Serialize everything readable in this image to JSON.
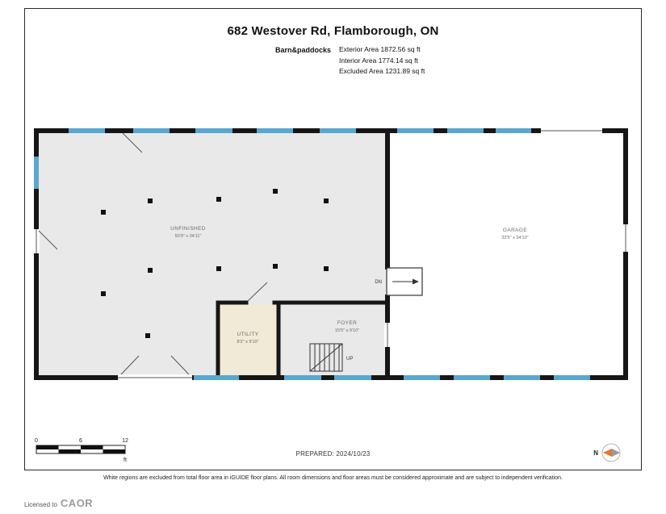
{
  "page": {
    "title": "682 Westover Rd, Flamborough, ON",
    "floor_label": "Barn&paddocks",
    "areas": [
      {
        "label": "Exterior Area",
        "value": "1872.56 sq ft"
      },
      {
        "label": "Interior Area",
        "value": "1774.14 sq ft"
      },
      {
        "label": "Excluded Area",
        "value": "1231.89 sq ft"
      }
    ],
    "prepared": "PREPARED: 2024/10/23",
    "scale": {
      "t0": "0",
      "t6": "6",
      "t12": "12",
      "unit": "ft"
    },
    "compass_label": "N",
    "footer": "White regions are excluded from total floor area in iGUIDE floor plans. All room dimensions and floor areas must be considered approximate and are subject to independent verification.",
    "license": {
      "prefix": "Licensed to",
      "org": "CAOR"
    }
  },
  "rooms": [
    {
      "name": "UNFINISHED",
      "dims": "50'9\" x 34'11\""
    },
    {
      "name": "GARAGE",
      "dims": "33'5\" x 34'10\""
    },
    {
      "name": "UTILITY",
      "dims": "8'2\" x 9'10\""
    },
    {
      "name": "FOYER",
      "dims": "15'5\" x 9'10\""
    }
  ],
  "stairs": {
    "up": "UP",
    "dn": "DN"
  },
  "colors": {
    "wall": "#161616",
    "window_blue": "#57a7d0",
    "interior_gray": "#e9e9e9",
    "utility_tan": "#f0ead6",
    "compass_orange": "#e8752a"
  }
}
